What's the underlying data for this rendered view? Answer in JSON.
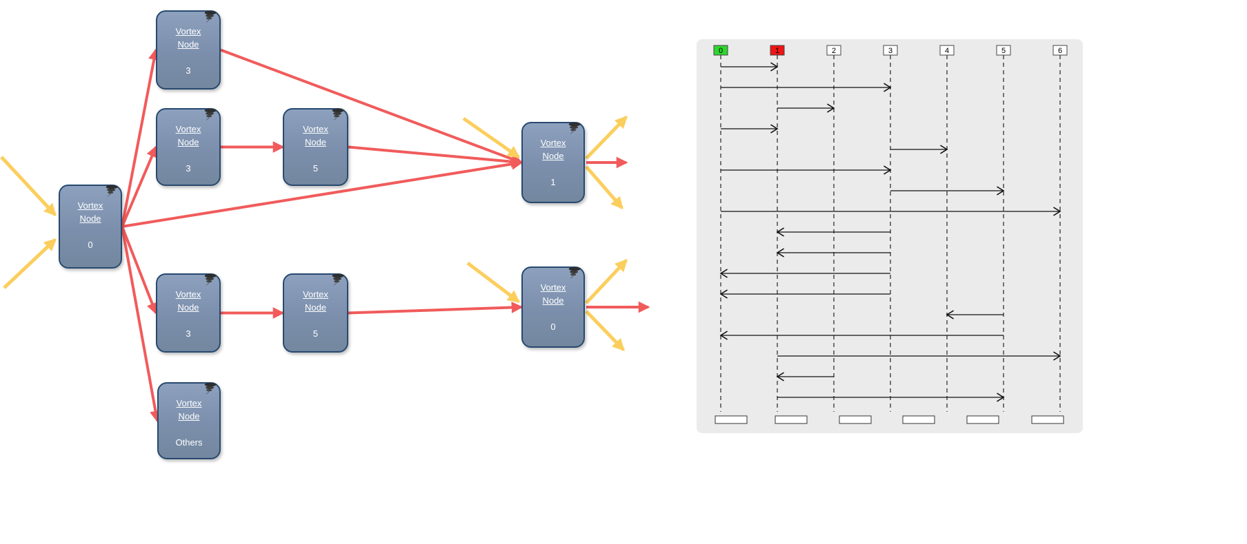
{
  "flow": {
    "title_line1": "Vortex",
    "title_line2": "Node",
    "nodes": [
      {
        "id": "root",
        "value": "0"
      },
      {
        "id": "top-3",
        "value": "3"
      },
      {
        "id": "mid-3",
        "value": "3"
      },
      {
        "id": "mid-5",
        "value": "5"
      },
      {
        "id": "out-1",
        "value": "1"
      },
      {
        "id": "low-3",
        "value": "3"
      },
      {
        "id": "low-5",
        "value": "5"
      },
      {
        "id": "out-0",
        "value": "0"
      },
      {
        "id": "others",
        "value": "Others"
      }
    ],
    "edges": [
      {
        "from": "root",
        "to": "top-3"
      },
      {
        "from": "root",
        "to": "mid-3"
      },
      {
        "from": "root",
        "to": "out-1"
      },
      {
        "from": "root",
        "to": "low-3"
      },
      {
        "from": "root",
        "to": "others"
      },
      {
        "from": "top-3",
        "to": "out-1"
      },
      {
        "from": "mid-3",
        "to": "mid-5"
      },
      {
        "from": "mid-5",
        "to": "out-1"
      },
      {
        "from": "low-3",
        "to": "low-5"
      },
      {
        "from": "low-5",
        "to": "out-0"
      }
    ],
    "colors": {
      "edge": "#f15b5b",
      "external": "#fbce5d",
      "node_fill": "#7e92ae",
      "node_border": "#27496f"
    }
  },
  "sequence_chart": {
    "lifelines": [
      {
        "label": "0",
        "fill": "#2ed52e"
      },
      {
        "label": "1",
        "fill": "#f01414"
      },
      {
        "label": "2",
        "fill": "#ffffff"
      },
      {
        "label": "3",
        "fill": "#ffffff"
      },
      {
        "label": "4",
        "fill": "#ffffff"
      },
      {
        "label": "5",
        "fill": "#ffffff"
      },
      {
        "label": "6",
        "fill": "#ffffff"
      }
    ],
    "messages": [
      {
        "from": 0,
        "to": 1
      },
      {
        "from": 0,
        "to": 3
      },
      {
        "from": 1,
        "to": 2
      },
      {
        "from": 0,
        "to": 1
      },
      {
        "from": 3,
        "to": 4
      },
      {
        "from": 0,
        "to": 3
      },
      {
        "from": 3,
        "to": 5
      },
      {
        "from": 0,
        "to": 6
      },
      {
        "from": 3,
        "to": 1
      },
      {
        "from": 3,
        "to": 1
      },
      {
        "from": 3,
        "to": 0
      },
      {
        "from": 3,
        "to": 0
      },
      {
        "from": 5,
        "to": 4
      },
      {
        "from": 5,
        "to": 0
      },
      {
        "from": 1,
        "to": 6
      },
      {
        "from": 2,
        "to": 1
      },
      {
        "from": 1,
        "to": 5
      }
    ],
    "bottom_box_count": 6
  }
}
